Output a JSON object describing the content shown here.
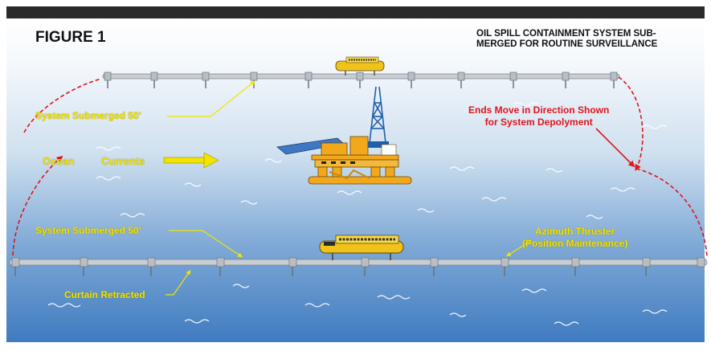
{
  "figure_label": "FIGURE 1",
  "heading": {
    "line1": "OIL SPILL CONTAINMENT SYSTEM SUB-",
    "line2": "MERGED FOR ROUTINE SURVEILLANCE"
  },
  "labels": {
    "submerged_top": "System Submerged 50'",
    "submerged_bottom": "System Submerged 50'",
    "ocean": "Ocean",
    "currents": "Currents",
    "ends_line1": "Ends Move in Direction Shown",
    "ends_line2": "for System Depolyment",
    "thruster_line1": "Azimuth Thruster",
    "thruster_line2": "(Position Maintenance)",
    "curtain": "Curtain Retracted"
  },
  "colors": {
    "label_yellow": "#f3e400",
    "arrow_red": "#e0141b",
    "boom_gray": "#c9ced3",
    "rig_orange": "#f2a81c",
    "derrick_blue": "#1f5fa8"
  }
}
